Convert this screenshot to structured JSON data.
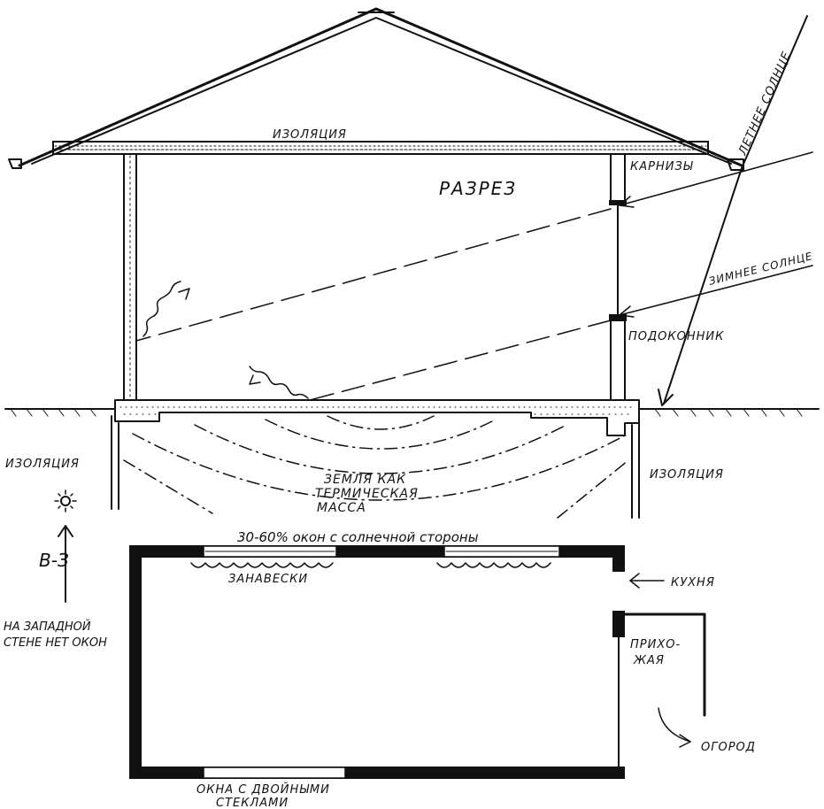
{
  "labels": {
    "roof_insulation": "ИЗОЛЯЦИЯ",
    "eaves": "КАРНИЗЫ",
    "section": "РАЗРЕЗ",
    "summer_sun": "ЛЕТНЕЕ СОЛНЦЕ",
    "winter_sun": "ЗИМНЕЕ СОЛНЦЕ",
    "window_sill": "ПОДОКОННИК",
    "left_insulation": "ИЗОЛЯЦИЯ",
    "right_insulation": "ИЗОЛЯЦИЯ",
    "earth_line1": "ЗЕМЛЯ КАК",
    "earth_line2": "ТЕРМИЧЕСКАЯ",
    "earth_line3": "МАССА",
    "south_windows": "30-60% окон с солнечной стороны",
    "curtains": "ЗАНАВЕСКИ",
    "kitchen": "КУХНЯ",
    "compass": "В-З",
    "west_wall_line1": "НА ЗАПАДНОЙ",
    "west_wall_line2": "СТЕНЕ НЕТ ОКОН",
    "hall_line1": "ПРИХО-",
    "hall_line2": "ЖАЯ",
    "garden": "ОГОРОД",
    "double_glazing_line1": "ОКНА С ДВОЙНЫМИ",
    "double_glazing_line2": "СТЕКЛАМИ"
  },
  "icons": [
    "sun-icon",
    "north-arrow-icon"
  ],
  "colors": {
    "ink": "#111111",
    "paper": "#ffffff"
  }
}
